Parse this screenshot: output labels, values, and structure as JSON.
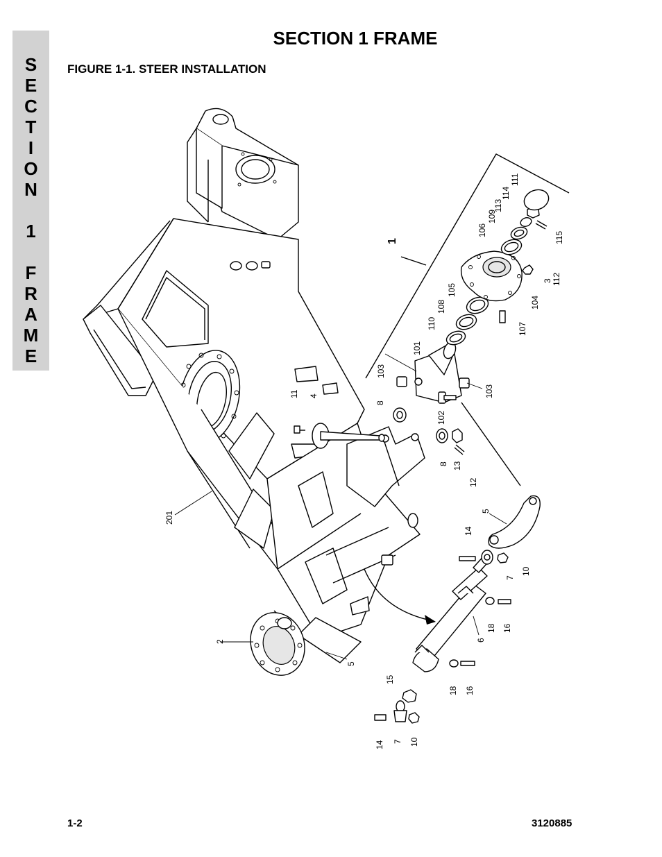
{
  "side_tab": {
    "letters": [
      "S",
      "E",
      "C",
      "T",
      "I",
      "O",
      "N",
      "",
      "1",
      "",
      "F",
      "R",
      "A",
      "M",
      "E"
    ]
  },
  "header": {
    "title": "SECTION 1  FRAME",
    "figure_caption": "FIGURE 1-1.    STEER INSTALLATION"
  },
  "callouts": [
    {
      "label": "1"
    },
    {
      "label": "111"
    },
    {
      "label": "114"
    },
    {
      "label": "113"
    },
    {
      "label": "109"
    },
    {
      "label": "106"
    },
    {
      "label": "115"
    },
    {
      "label": "3"
    },
    {
      "label": "112"
    },
    {
      "label": "104"
    },
    {
      "label": "105"
    },
    {
      "label": "108"
    },
    {
      "label": "107"
    },
    {
      "label": "110"
    },
    {
      "label": "101"
    },
    {
      "label": "103"
    },
    {
      "label": "103"
    },
    {
      "label": "102"
    },
    {
      "label": "8"
    },
    {
      "label": "8"
    },
    {
      "label": "13"
    },
    {
      "label": "12"
    },
    {
      "label": "11"
    },
    {
      "label": "4"
    },
    {
      "label": "201"
    },
    {
      "label": "5"
    },
    {
      "label": "14"
    },
    {
      "label": "7"
    },
    {
      "label": "10"
    },
    {
      "label": "18"
    },
    {
      "label": "16"
    },
    {
      "label": "6"
    },
    {
      "label": "2"
    },
    {
      "label": "5"
    },
    {
      "label": "15"
    },
    {
      "label": "18"
    },
    {
      "label": "16"
    },
    {
      "label": "14"
    },
    {
      "label": "7"
    },
    {
      "label": "10"
    }
  ],
  "footer": {
    "page_number": "1-2",
    "document_number": "3120885"
  }
}
